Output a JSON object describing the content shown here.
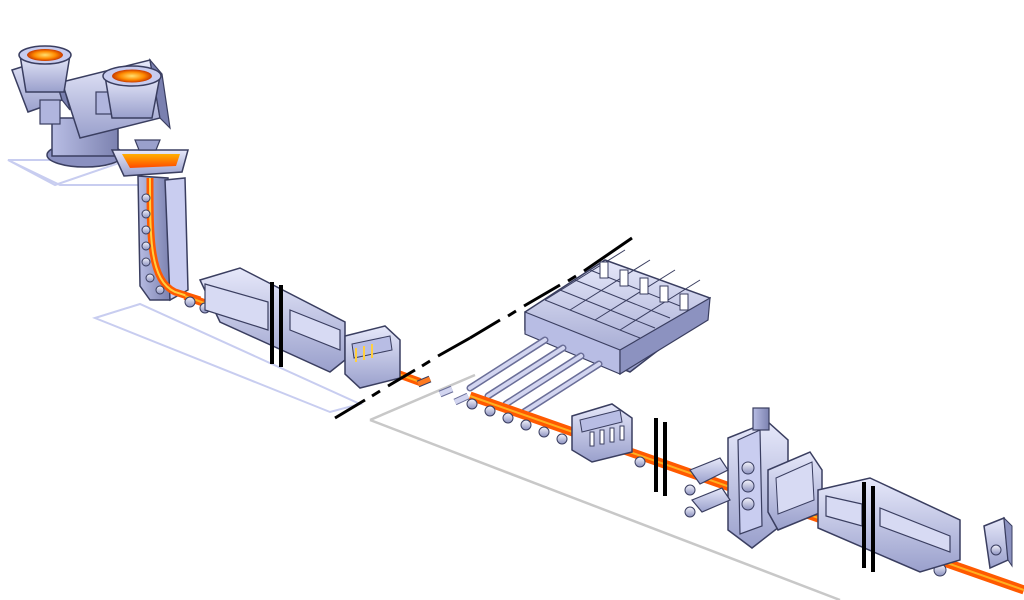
{
  "diagram": {
    "title": "",
    "labels": [],
    "components": [
      "ladle-turret",
      "ladle",
      "tundish",
      "continuous-caster",
      "roller-table",
      "tunnel-furnace",
      "cutting-shear",
      "roller-conveyor",
      "billet-storage-rack",
      "descaler",
      "vertical-rolling-stand",
      "reheating-furnace",
      "coiler"
    ],
    "colors": {
      "steel_hot": "#ff5a00",
      "steel_glow": "#ffd040",
      "machine_light": "#d2d5f0",
      "machine_mid": "#aab0d8",
      "machine_dark": "#6a6e98",
      "floor_outline": "#c8cdf0",
      "floor_line_gray": "#c8c8c8",
      "divider": "#000000"
    }
  }
}
